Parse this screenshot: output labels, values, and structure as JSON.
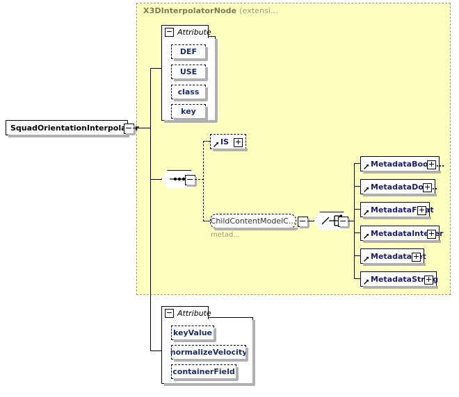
{
  "diagram": {
    "type": "xml-schema-tree",
    "root": {
      "label": "SquadOrientationInterpolator",
      "toggle": "minus"
    },
    "extension_panel": {
      "title": "X3DInterpolatorNode",
      "title_suffix": "(extensi...",
      "background": "#ffffbf",
      "border": "#9a9a82"
    },
    "top_attribute_group": {
      "tab_label": "Attribute",
      "toggle": "minus",
      "attributes": [
        {
          "label": "DEF"
        },
        {
          "label": "USE"
        },
        {
          "label": "class"
        },
        {
          "label": "key"
        }
      ]
    },
    "sequence_compositor": {
      "kind": "sequence",
      "toggle": "minus"
    },
    "children": [
      {
        "label": "IS",
        "toggle": "plus",
        "style": "dashed",
        "reference": true
      },
      {
        "label": "ChildContentModelC...",
        "toggle": "minus",
        "style": "dashed-rounded",
        "sublabel": "metad..."
      }
    ],
    "choice_compositor": {
      "kind": "choice",
      "toggle": "minus"
    },
    "metadata_nodes": [
      {
        "label": "MetadataBoole...",
        "toggle": "plus",
        "reference": true
      },
      {
        "label": "MetadataDou...",
        "toggle": "plus",
        "reference": true
      },
      {
        "label": "MetadataFloat",
        "toggle": "plus",
        "reference": true
      },
      {
        "label": "MetadataInteger",
        "toggle": "plus",
        "reference": true
      },
      {
        "label": "MetadataSet",
        "toggle": "plus",
        "reference": true
      },
      {
        "label": "MetadataString",
        "toggle": "plus",
        "reference": true
      }
    ],
    "bottom_attribute_group": {
      "tab_label": "Attribute",
      "toggle": "minus",
      "attributes": [
        {
          "label": "keyValue"
        },
        {
          "label": "normalizeVelocity"
        },
        {
          "label": "containerField"
        }
      ]
    },
    "colors": {
      "element_text": "#1a1a6e",
      "panel_fill": "#ffffbf",
      "panel_title": "#7a7a56",
      "shadow": "#b0b0b0",
      "line": "#000000"
    }
  }
}
